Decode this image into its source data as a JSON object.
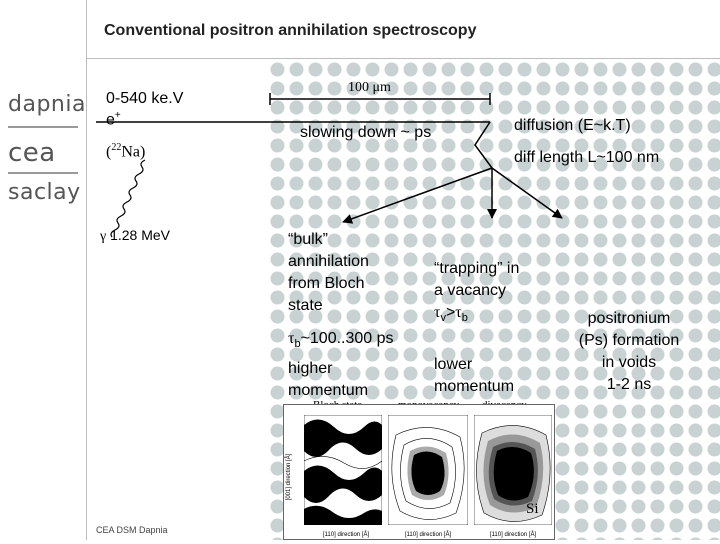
{
  "title": "Conventional positron annihilation spectroscopy",
  "logos": {
    "line1": "dapnia",
    "line2": "cea",
    "line3": "saclay"
  },
  "source": {
    "energy": "0-540 ke.V",
    "particle": "e",
    "particle_sup": "+",
    "nuclide_open": "(",
    "nuclide_mass": "22",
    "nuclide_symbol": "Na",
    "nuclide_close": ")",
    "gamma_symbol": "γ",
    "gamma_energy": "1.28 MeV"
  },
  "scale_label": "100 μm",
  "slowing_down": "slowing down ~ ps",
  "diffusion": "diffusion (E~k.T)",
  "diff_length": "diff length L~100 nm",
  "bulk": {
    "line1": "“bulk”",
    "line2": "annihilation",
    "line3": "from Bloch",
    "line4": "state"
  },
  "tau_b": {
    "symbol": "τ",
    "sub": "b",
    "value": "~100..300 ps"
  },
  "higher_momentum": {
    "line1": "higher",
    "line2": "momentum"
  },
  "trapping": {
    "line1": "“trapping” in",
    "line2": "a vacancy",
    "tau1": "τ",
    "sub1": "v",
    "relation": ">",
    "tau2": "τ",
    "sub2": "b"
  },
  "lower_momentum": {
    "line1": "lower",
    "line2": "momentum"
  },
  "positronium": {
    "line1": "positronium",
    "line2": "(Ps) formation",
    "line3": "in voids",
    "line4": "1-2 ns"
  },
  "inset": {
    "label_bloch": "Bloch state",
    "label_monovacancy": "monovacancy",
    "label_divacancy": "divacancy",
    "element": "Si",
    "y_axis_label": "[001] direction [Å]",
    "x_axis_label": "[110] direction [Å]"
  },
  "footer": "CEA DSM Dapnia"
}
